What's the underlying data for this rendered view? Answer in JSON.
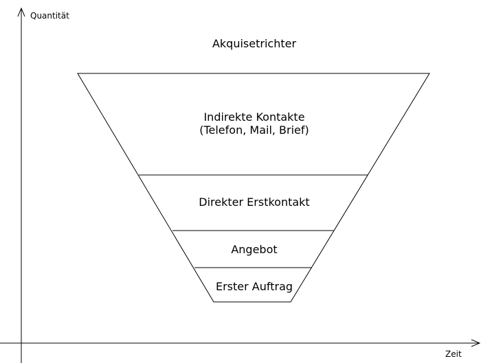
{
  "diagram": {
    "title": "Akquisetrichter",
    "y_axis_label": "Quantität",
    "x_axis_label": "Zeit",
    "stages": [
      {
        "line1": "Indirekte Kontakte",
        "line2": "(Telefon, Mail, Brief)"
      },
      {
        "line1": "Direkter Erstkontakt"
      },
      {
        "line1": "Angebot"
      },
      {
        "line1": "Erster Auftrag"
      }
    ],
    "colors": {
      "stroke": "#000000",
      "background": "#ffffff"
    }
  }
}
